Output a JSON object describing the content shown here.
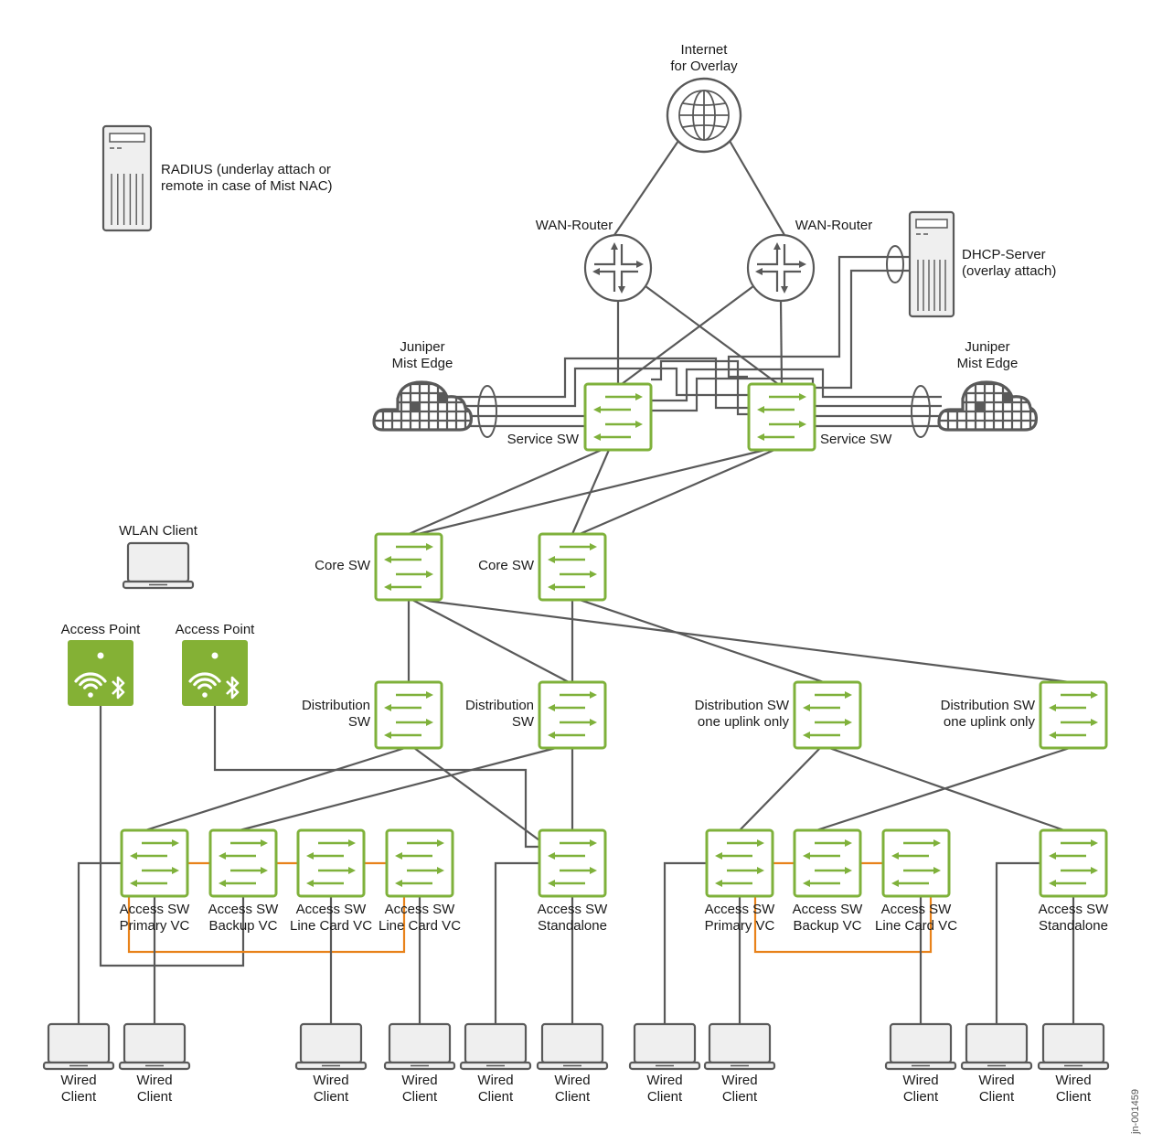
{
  "title": "Juniper Mist campus fabric network topology",
  "colors": {
    "link": "#595959",
    "switch_border": "#7fb13b",
    "switch_arrow": "#7fb13b",
    "vc_link": "#e8821a",
    "ap_fill": "#84b135",
    "device_fill": "#efefef",
    "device_stroke": "#595959"
  },
  "internet": {
    "label_lines": [
      "Internet",
      "for Overlay"
    ],
    "icon": "globe-icon"
  },
  "wan_routers": [
    {
      "label": "WAN-Router",
      "icon": "router-icon"
    },
    {
      "label": "WAN-Router",
      "icon": "router-icon"
    }
  ],
  "dhcp_server": {
    "label_lines": [
      "DHCP-Server",
      "(overlay attach)"
    ],
    "icon": "server-icon"
  },
  "radius_server": {
    "label_lines": [
      "RADIUS (underlay attach or",
      "remote in case of Mist NAC)"
    ],
    "icon": "server-icon"
  },
  "mist_edges": [
    {
      "label_lines": [
        "Juniper",
        "Mist Edge"
      ],
      "icon": "mist-edge-cloud-icon"
    },
    {
      "label_lines": [
        "Juniper",
        "Mist Edge"
      ],
      "icon": "mist-edge-cloud-icon"
    }
  ],
  "service_switches": [
    {
      "label": "Service SW"
    },
    {
      "label": "Service SW"
    }
  ],
  "wlan_client": {
    "label": "WLAN Client",
    "icon": "laptop-icon"
  },
  "access_points": [
    {
      "label": "Access Point",
      "icon": "wifi-bluetooth-icon"
    },
    {
      "label": "Access Point",
      "icon": "wifi-bluetooth-icon"
    }
  ],
  "core_switches": [
    {
      "label": "Core SW"
    },
    {
      "label": "Core SW"
    }
  ],
  "distribution_switches": [
    {
      "label_lines": [
        "Distribution",
        "SW"
      ]
    },
    {
      "label_lines": [
        "Distribution",
        "SW"
      ]
    },
    {
      "label_lines": [
        "Distribution SW",
        "one uplink only"
      ]
    },
    {
      "label_lines": [
        "Distribution SW",
        "one uplink only"
      ]
    }
  ],
  "access_switches": [
    {
      "label_lines": [
        "Access SW",
        "Primary VC"
      ]
    },
    {
      "label_lines": [
        "Access SW",
        "Backup VC"
      ]
    },
    {
      "label_lines": [
        "Access SW",
        "Line Card VC"
      ]
    },
    {
      "label_lines": [
        "Access SW",
        "Line Card VC"
      ]
    },
    {
      "label_lines": [
        "Access SW",
        "Standalone"
      ]
    },
    {
      "label_lines": [
        "Access SW",
        "Primary VC"
      ]
    },
    {
      "label_lines": [
        "Access SW",
        "Backup VC"
      ]
    },
    {
      "label_lines": [
        "Access SW",
        "Line Card VC"
      ]
    },
    {
      "label_lines": [
        "Access SW",
        "Standalone"
      ]
    }
  ],
  "wired_clients": [
    {
      "label_lines": [
        "Wired",
        "Client"
      ]
    },
    {
      "label_lines": [
        "Wired",
        "Client"
      ]
    },
    {
      "label_lines": [
        "Wired",
        "Client"
      ]
    },
    {
      "label_lines": [
        "Wired",
        "Client"
      ]
    },
    {
      "label_lines": [
        "Wired",
        "Client"
      ]
    },
    {
      "label_lines": [
        "Wired",
        "Client"
      ]
    },
    {
      "label_lines": [
        "Wired",
        "Client"
      ]
    },
    {
      "label_lines": [
        "Wired",
        "Client"
      ]
    },
    {
      "label_lines": [
        "Wired",
        "Client"
      ]
    },
    {
      "label_lines": [
        "Wired",
        "Client"
      ]
    },
    {
      "label_lines": [
        "Wired",
        "Client"
      ]
    }
  ],
  "document_id": "jn-001459"
}
